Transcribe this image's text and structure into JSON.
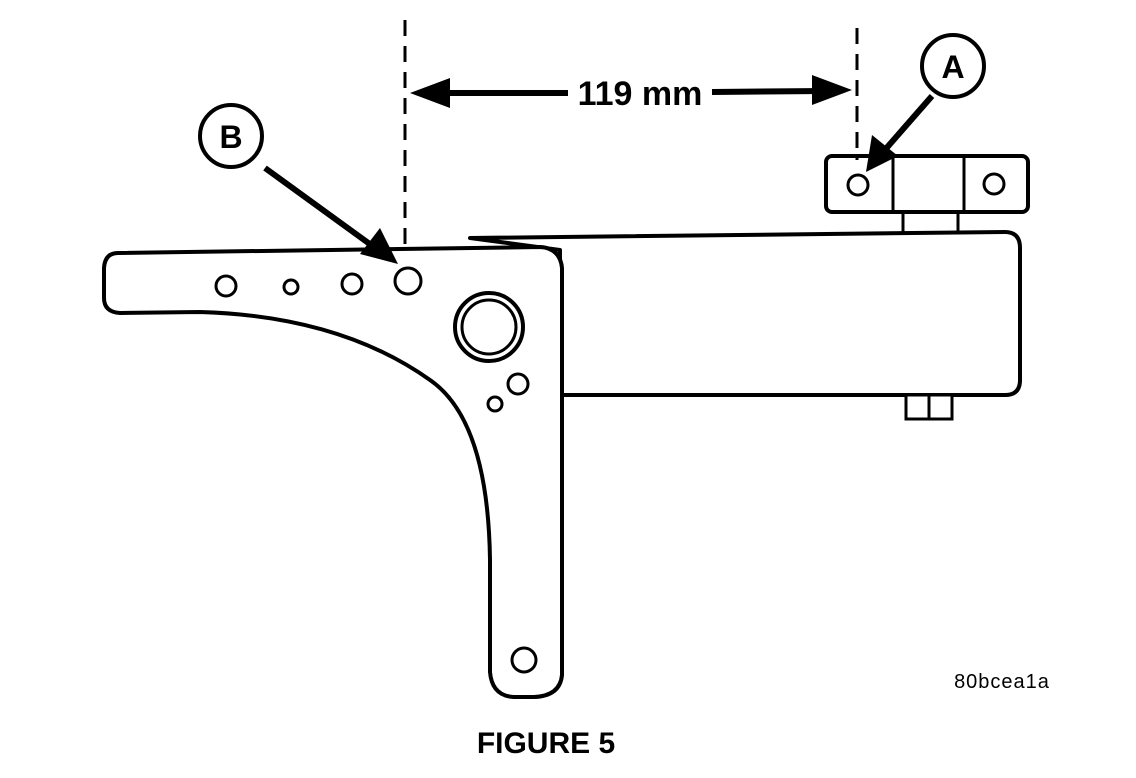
{
  "figure": {
    "caption": "FIGURE 5",
    "drawing_code": "80bcea1a"
  },
  "dimension": {
    "label": "119 mm"
  },
  "callouts": {
    "a": "A",
    "b": "B"
  },
  "colors": {
    "ink": "#000000",
    "paper": "#ffffff"
  }
}
